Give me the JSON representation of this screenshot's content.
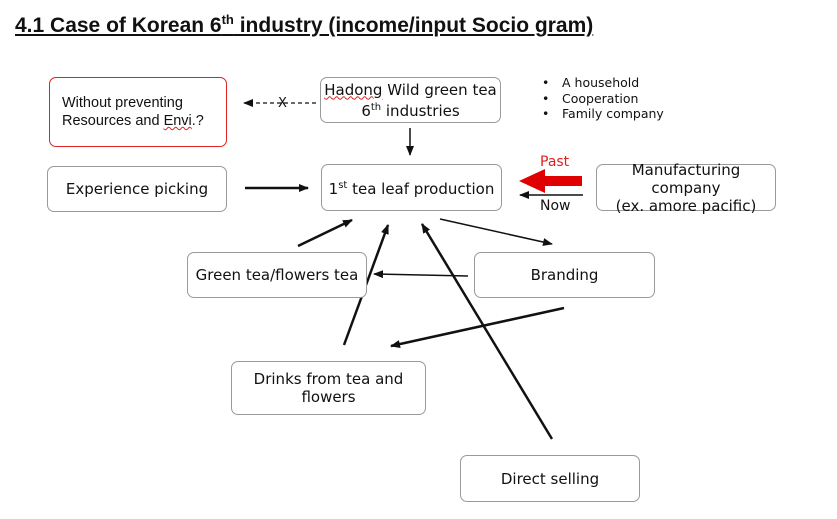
{
  "title": {
    "prefix": "4.1 Case of Korean 6",
    "sup": "th",
    "suffix": " industry (income/input Socio gram)"
  },
  "nodes": {
    "without": {
      "line1": "Without preventing",
      "line2_a": "Resources and ",
      "line2_b": "Envi",
      "line2_c": ".?"
    },
    "hadong": {
      "line1_a": "Hadong",
      "line1_b": " Wild green tea",
      "line2_a": "6",
      "line2_sup": "th",
      "line2_b": " industries"
    },
    "experience": "Experience picking",
    "production": {
      "a": "1",
      "sup": "st",
      "b": " tea leaf production"
    },
    "manufacturing": {
      "line1": "Manufacturing company",
      "line2": "(ex. amore pacific)"
    },
    "greentea": "Green tea/flowers tea",
    "branding": "Branding",
    "drinks": {
      "line1": "Drinks from tea and",
      "line2": "flowers"
    },
    "direct": "Direct selling"
  },
  "bullets": [
    "A household",
    "Cooperation",
    "Family company"
  ],
  "labels": {
    "past": "Past",
    "now": "Now",
    "x_mark": "X"
  },
  "colors": {
    "past_arrow": "#e00000",
    "red_border": "#dd2222",
    "box_border": "#9a9a9a"
  }
}
